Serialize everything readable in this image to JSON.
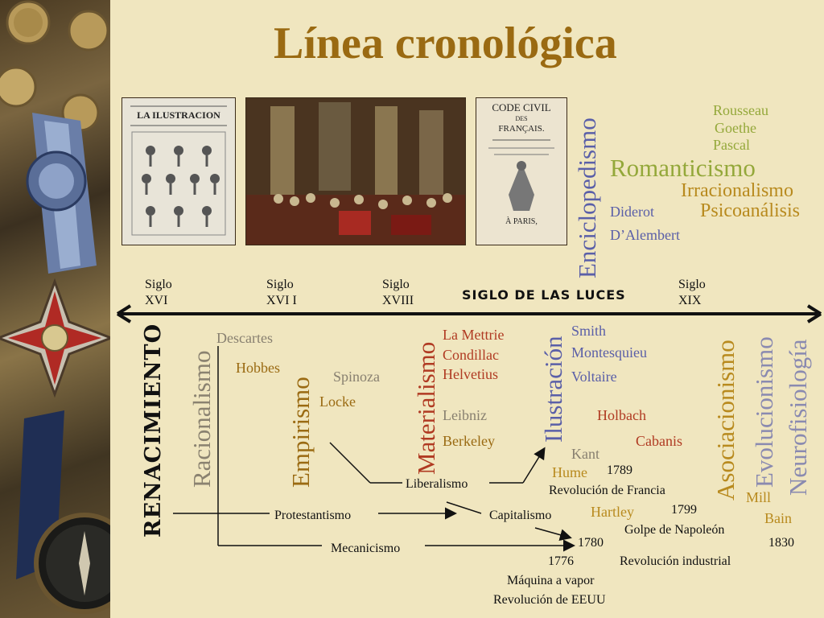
{
  "title": "Línea cronológica",
  "images": {
    "newspaper": {
      "title": "LA ILUSTRACION"
    },
    "coronation": {},
    "code_civil": {
      "lines": [
        "CODE CIVIL",
        "DES",
        "FRANÇAIS."
      ],
      "bottom": "À PARIS,"
    }
  },
  "timeline": {
    "eras": [
      {
        "line1": "Siglo",
        "line2": "XVI"
      },
      {
        "line1": "Siglo",
        "line2": "XVI I"
      },
      {
        "line1": "Siglo",
        "line2": "XVIII"
      },
      {
        "line1": "SIGLO DE LAS LUCES",
        "line2": ""
      },
      {
        "line1": "Siglo",
        "line2": "XIX"
      }
    ]
  },
  "movements": {
    "renacimiento": "RENACIMIENTO",
    "racionalismo": "Racionalismo",
    "empirismo": "Empirismo",
    "materialismo": "Materialismo",
    "ilustracion": "Ilustración",
    "enciclopedismo": "Enciclopedismo",
    "asociacionismo": "Asociacionismo",
    "evolucionismo": "Evolucionismo",
    "neurofisiologia": "Neurofisiología",
    "romanticismo": "Romanticismo",
    "irracionalismo": "Irracionalismo",
    "psicoanalisis": "Psicoanálisis"
  },
  "thinkers": {
    "rousseau": "Rousseau",
    "goethe": "Goethe",
    "pascal": "Pascal",
    "diderot": "Diderot",
    "dalembert": "D’Alembert",
    "descartes": "Descartes",
    "hobbes": "Hobbes",
    "spinoza": "Spinoza",
    "locke": "Locke",
    "lamettrie": "La Mettrie",
    "condillac": "Condillac",
    "helvetius": "Helvetius",
    "leibniz": "Leibniz",
    "berkeley": "Berkeley",
    "smith": "Smith",
    "montesquieu": "Montesquieu",
    "voltaire": "Voltaire",
    "holbach": "Holbach",
    "cabanis": "Cabanis",
    "kant": "Kant",
    "hume": "Hume",
    "hartley": "Hartley",
    "mill": "Mill",
    "bain": "Bain"
  },
  "concepts": {
    "liberalismo": "Liberalismo",
    "protestantismo": "Protestantismo",
    "capitalismo": "Capitalismo",
    "mecanicismo": "Mecanicismo"
  },
  "events": {
    "y1789": "1789",
    "revfrancia": "Revolución de Francia",
    "y1799": "1799",
    "napoleon": "Golpe de Napoleón",
    "y1780": "1780",
    "y1830": "1830",
    "y1776": "1776",
    "revindustrial": "Revolución industrial",
    "maquina": "Máquina a  vapor",
    "reveeuu": "Revolución de EEUU"
  }
}
